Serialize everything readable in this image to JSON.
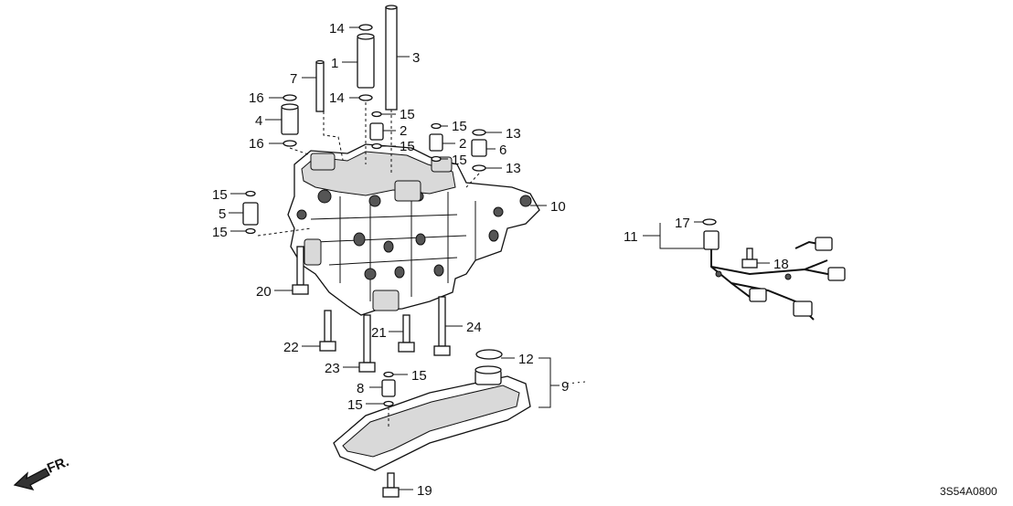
{
  "diagram": {
    "callouts": {
      "c1": "1",
      "c2a": "2",
      "c2b": "2",
      "c3": "3",
      "c4": "4",
      "c5": "5",
      "c6": "6",
      "c7": "7",
      "c8": "8",
      "c9": "9",
      "c10": "10",
      "c11": "11",
      "c12": "12",
      "c13a": "13",
      "c13b": "13",
      "c14a": "14",
      "c14b": "14",
      "c15a": "15",
      "c15b": "15",
      "c15c": "15",
      "c15d": "15",
      "c15e": "15",
      "c15f": "15",
      "c15g": "15",
      "c15h": "15",
      "c16a": "16",
      "c16b": "16",
      "c17": "17",
      "c18": "18",
      "c19": "19",
      "c20": "20",
      "c21": "21",
      "c22": "22",
      "c23": "23",
      "c24": "24"
    },
    "direction_label": "FR.",
    "diagram_code": "3S54A0800"
  }
}
